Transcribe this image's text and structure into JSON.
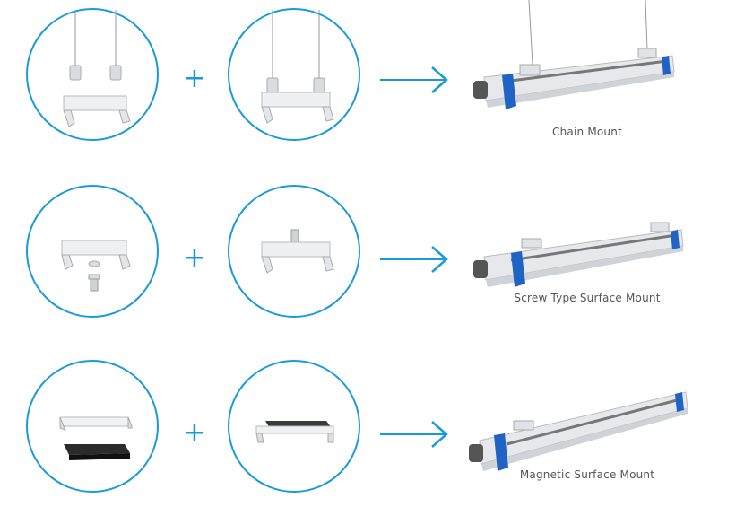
{
  "rows": [
    {
      "caption": "Chain Mount"
    },
    {
      "caption": "Screw Type Surface Mount"
    },
    {
      "caption": "Magnetic Surface Mount"
    }
  ],
  "plus_symbol": "+",
  "colors": {
    "accent": "#1a9ad6",
    "band": "#1f63c4",
    "housing": "#e6e8eb",
    "magnet": "#2b2b2b"
  }
}
